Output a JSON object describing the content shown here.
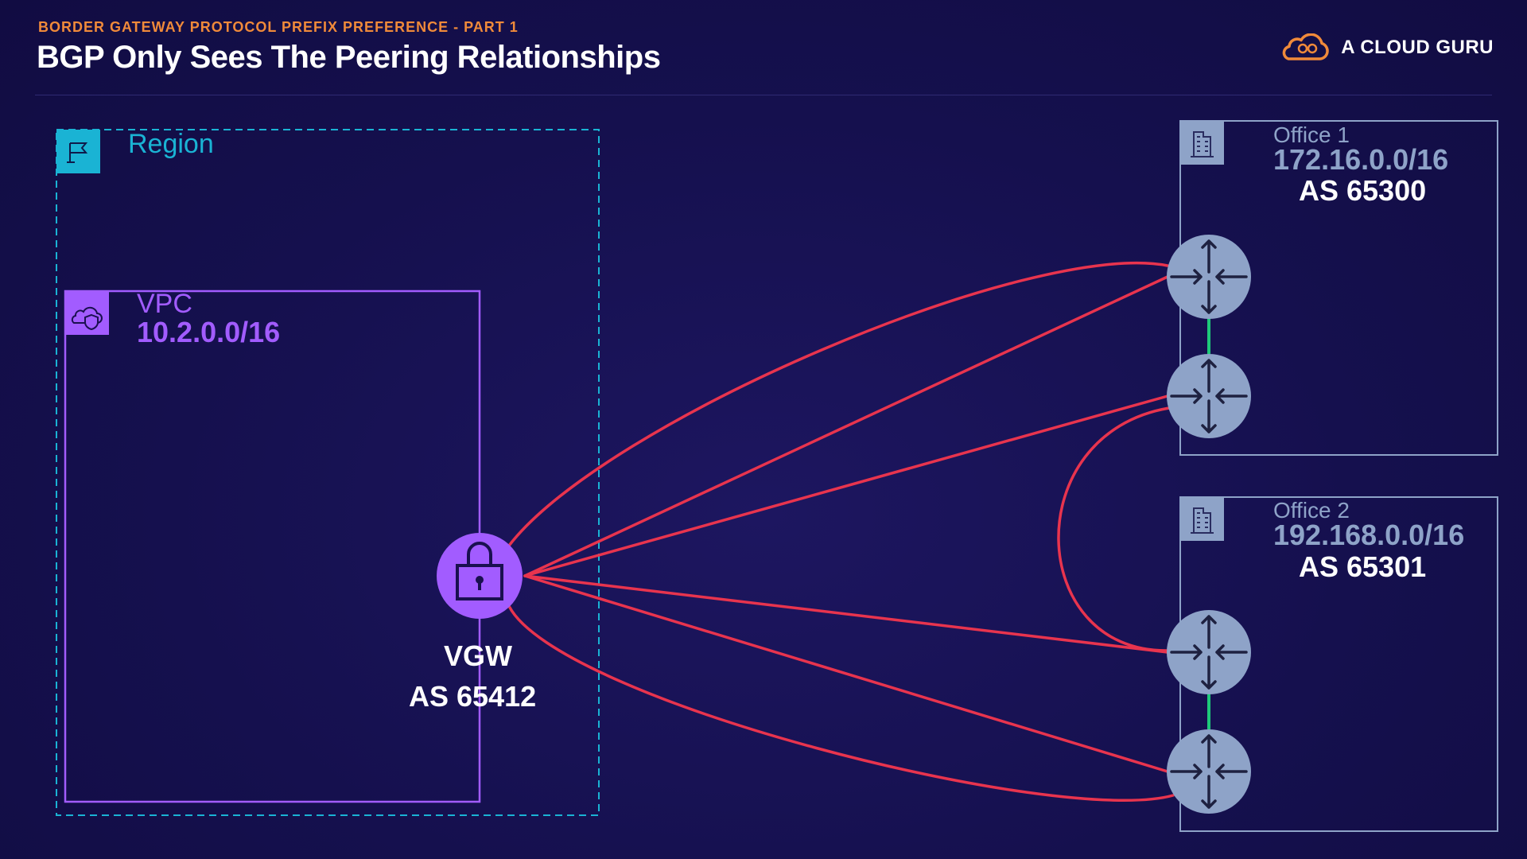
{
  "header": {
    "subtitle": "BORDER GATEWAY PROTOCOL PREFIX PREFERENCE - PART 1",
    "title": "BGP Only Sees The Peering Relationships"
  },
  "brand": {
    "logo_icon": "cloud-icon",
    "name": "A CLOUD GURU"
  },
  "region": {
    "icon": "flag-icon",
    "label": "Region"
  },
  "vpc": {
    "icon": "cloud-shield-icon",
    "label": "VPC",
    "cidr": "10.2.0.0/16"
  },
  "vgw": {
    "icon": "lock-icon",
    "label": "VGW",
    "as": "AS 65412"
  },
  "offices": [
    {
      "icon": "building-icon",
      "name": "Office 1",
      "cidr": "172.16.0.0/16",
      "as": "AS 65300",
      "routers": 2
    },
    {
      "icon": "building-icon",
      "name": "Office 2",
      "cidr": "192.168.0.0/16",
      "as": "AS 65301",
      "routers": 2
    }
  ],
  "colors": {
    "background": "#15104e",
    "region": "#1ab3d4",
    "vpc": "#a25cff",
    "office": "#8ea3c8",
    "router": "#8ea3c8",
    "peering_link": "#e8344e",
    "internal_link": "#1ec97a",
    "subtitle": "#f08a3a"
  }
}
